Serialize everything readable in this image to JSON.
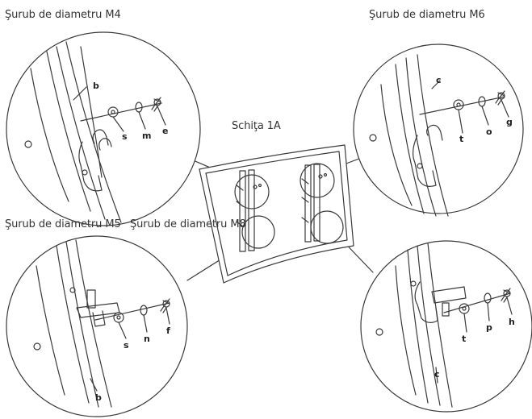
{
  "captions": {
    "top_left": "Şurub de diametru M4",
    "top_right": "Şurub de diametru M6",
    "bottom_left": "Şurub de diametru M5",
    "bottom_mid": "Şurub de diametru M8",
    "center": "Schiţa 1A"
  },
  "labels": {
    "tl": {
      "panel": "b",
      "washer": "s",
      "lock_washer": "m",
      "screw": "e"
    },
    "tr": {
      "panel": "c",
      "washer": "t",
      "lock_washer": "o",
      "screw": "g"
    },
    "bl": {
      "panel": "b",
      "washer": "s",
      "lock_washer": "n",
      "screw": "f"
    },
    "br": {
      "panel": "c",
      "washer": "t",
      "lock_washer": "p",
      "screw": "h"
    }
  },
  "colors": {
    "line": "#3a3a3a",
    "text": "#222222",
    "background": "#ffffff"
  }
}
